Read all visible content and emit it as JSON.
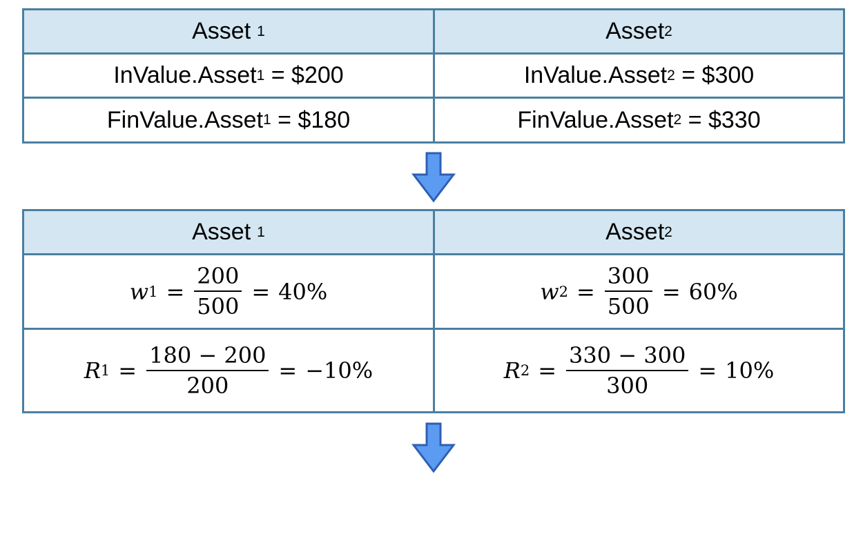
{
  "top_table": {
    "header": {
      "asset1": {
        "name": "Asset",
        "sub": "1"
      },
      "asset2": {
        "name": "Asset",
        "sub": "2"
      }
    },
    "rows": [
      {
        "asset1": {
          "prefix": "InValue.Asset",
          "sub": "1",
          "suffix": " = $200"
        },
        "asset2": {
          "prefix": "InValue.Asset",
          "sub": "2",
          "suffix": " = $300"
        }
      },
      {
        "asset1": {
          "prefix": "FinValue.Asset",
          "sub": "1",
          "suffix": " = $180"
        },
        "asset2": {
          "prefix": "FinValue.Asset",
          "sub": "2",
          "suffix": " = $330"
        }
      }
    ]
  },
  "bottom_table": {
    "header": {
      "asset1": {
        "name": "Asset",
        "sub": "1"
      },
      "asset2": {
        "name": "Asset",
        "sub": "2"
      }
    },
    "weights": {
      "asset1": {
        "var": "w",
        "sub": "1",
        "numerator": "200",
        "denominator": "500",
        "result": "40%"
      },
      "asset2": {
        "var": "w",
        "sub": "2",
        "numerator": "300",
        "denominator": "500",
        "result": "60%"
      }
    },
    "returns": {
      "asset1": {
        "var": "R",
        "sub": "1",
        "numerator": "180 − 200",
        "denominator": "200",
        "result": "−10%"
      },
      "asset2": {
        "var": "R",
        "sub": "2",
        "numerator": "330 − 300",
        "denominator": "300",
        "result": "10%"
      }
    }
  },
  "arrows": [
    {
      "icon": "down-arrow-icon",
      "fill": "#5b9cf2",
      "stroke": "#2e5fb3"
    },
    {
      "icon": "down-arrow-icon",
      "fill": "#5b9cf2",
      "stroke": "#2e5fb3"
    }
  ],
  "colors": {
    "border": "#4a7fa0",
    "header_fill": "#d3e6f1"
  }
}
